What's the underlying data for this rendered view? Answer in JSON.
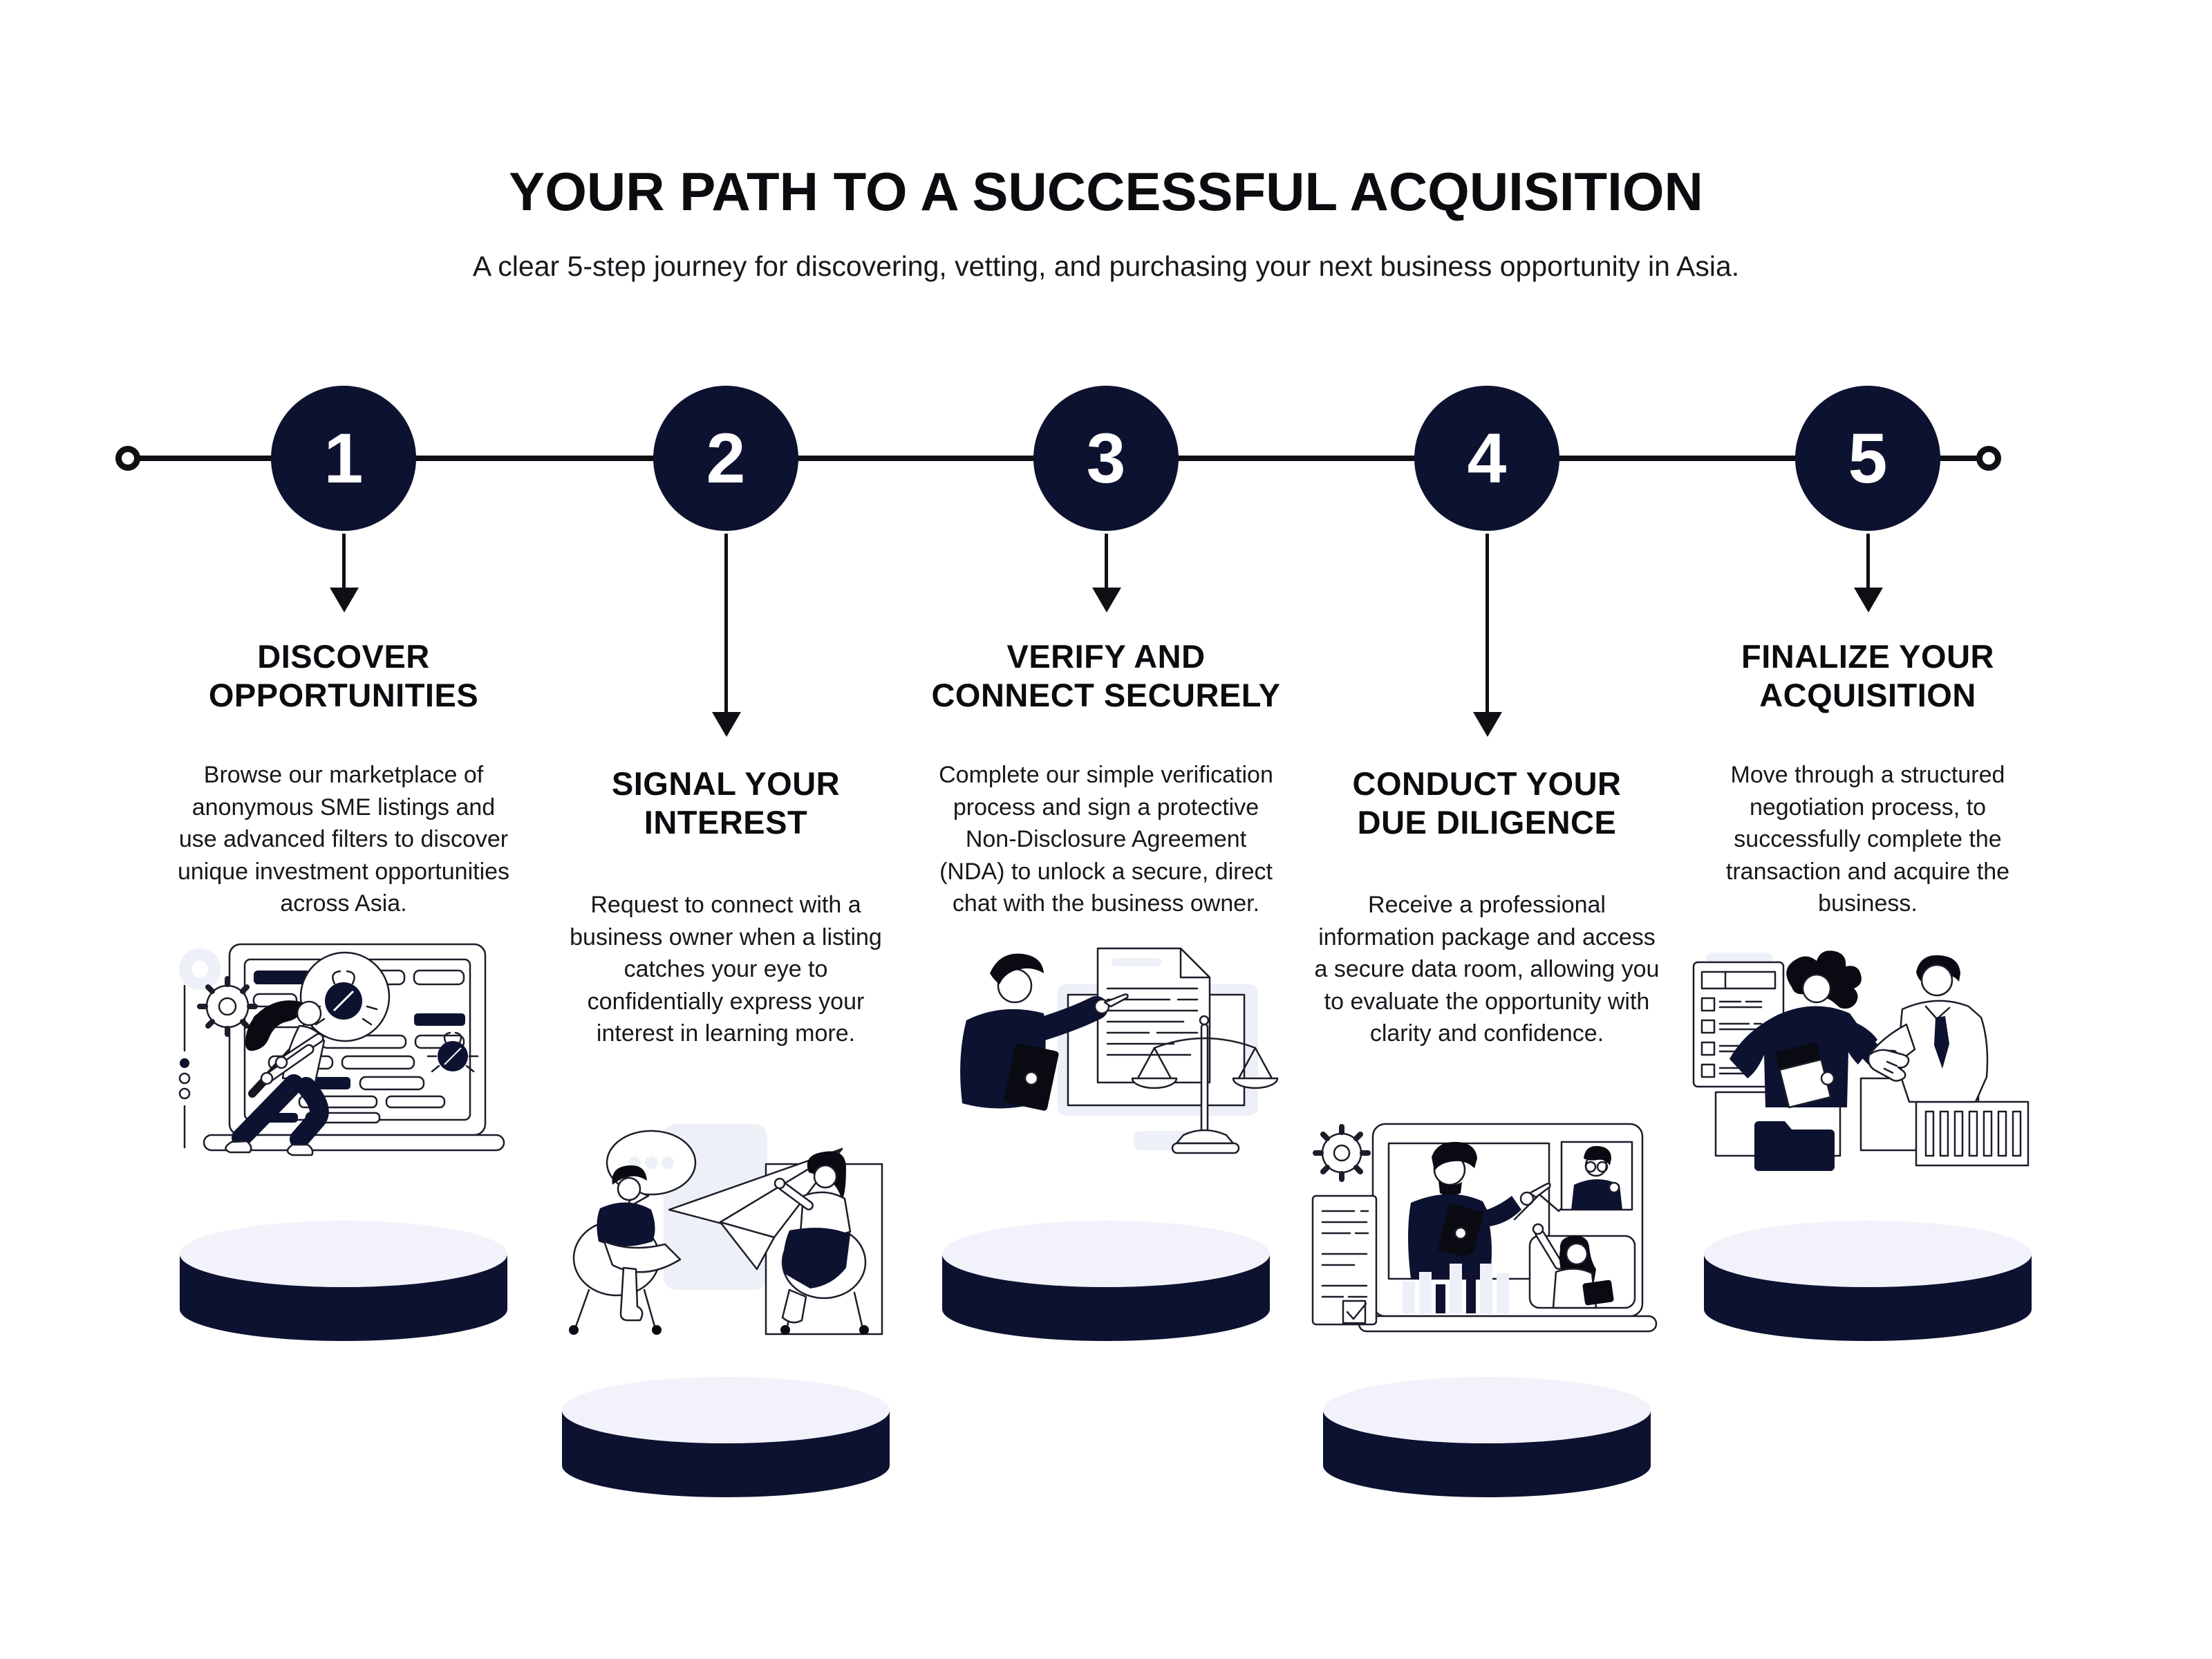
{
  "header": {
    "title": "YOUR PATH TO A SUCCESSFUL ACQUISITION",
    "subtitle": "A clear 5-step journey for discovering, vetting, and purchasing your next business opportunity in Asia."
  },
  "colors": {
    "navy": "#0d1230",
    "podium_top": "#f1f2fa",
    "timeline_line": "#0f0f14",
    "background": "#ffffff"
  },
  "timeline": {
    "start_marker": "open-ring",
    "end_marker": "open-ring",
    "step_count": "5"
  },
  "steps": [
    {
      "number": "1",
      "heading_lines": [
        "DISCOVER",
        "OPPORTUNITIES"
      ],
      "description": "Browse our marketplace of anonymous SME listings and use advanced filters to discover unique investment opportunities across Asia.",
      "illustration": "woman-with-magnifier-browsing-listings",
      "position": "high"
    },
    {
      "number": "2",
      "heading_lines": [
        "SIGNAL YOUR",
        "INTEREST"
      ],
      "description": "Request to connect with a business owner when a listing catches your eye to confidentially express your interest in learning more.",
      "illustration": "two-people-chat-paper-plane",
      "position": "low"
    },
    {
      "number": "3",
      "heading_lines": [
        "VERIFY AND",
        "CONNECT SECURELY"
      ],
      "description": "Complete our simple verification process and sign a protective Non-Disclosure Agreement (NDA) to unlock a secure, direct chat with the business owner.",
      "illustration": "man-pointing-document-scales",
      "position": "high"
    },
    {
      "number": "4",
      "heading_lines": [
        "CONDUCT YOUR",
        "DUE DILIGENCE"
      ],
      "description": "Receive a professional information package and access a secure data room, allowing you to evaluate the opportunity with clarity and confidence.",
      "illustration": "video-call-data-review",
      "position": "low"
    },
    {
      "number": "5",
      "heading_lines": [
        "FINALIZE YOUR",
        "ACQUISITION"
      ],
      "description": "Move through a structured negotiation process, to successfully complete the transaction and acquire the business.",
      "illustration": "handshake-deal-documents",
      "position": "high"
    }
  ]
}
